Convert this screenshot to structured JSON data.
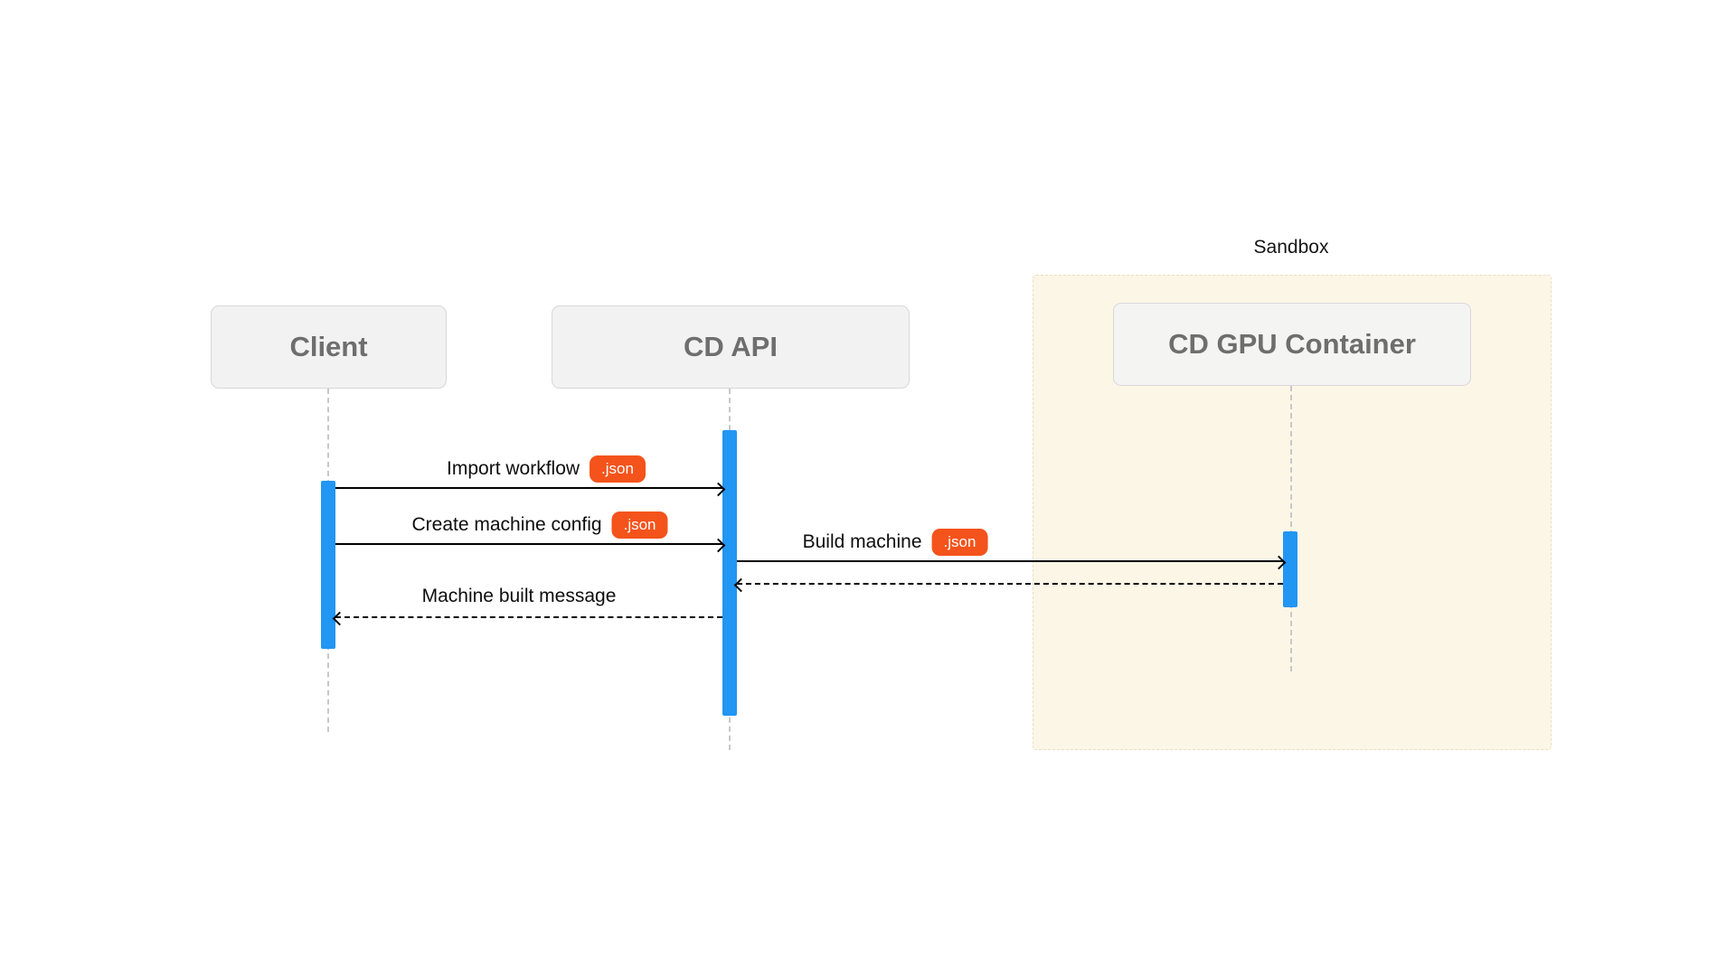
{
  "diagram_type": "sequence-diagram",
  "sandbox": {
    "label": "Sandbox"
  },
  "actors": [
    {
      "id": "client",
      "label": "Client"
    },
    {
      "id": "cd-api",
      "label": "CD API"
    },
    {
      "id": "cd-gpu-container",
      "label": "CD GPU Container"
    }
  ],
  "messages": [
    {
      "label": "Import workflow",
      "badge": ".json",
      "from": "client",
      "to": "cd-api",
      "line": "solid",
      "direction": "right"
    },
    {
      "label": "Create machine config",
      "badge": ".json",
      "from": "client",
      "to": "cd-api",
      "line": "solid",
      "direction": "right"
    },
    {
      "label": "Build machine",
      "badge": ".json",
      "from": "cd-api",
      "to": "cd-gpu-container",
      "line": "solid",
      "direction": "right"
    },
    {
      "label": "",
      "from": "cd-gpu-container",
      "to": "cd-api",
      "line": "dashed",
      "direction": "left"
    },
    {
      "label": "Machine built message",
      "from": "cd-api",
      "to": "client",
      "line": "dashed",
      "direction": "left"
    }
  ],
  "colors": {
    "activation_bar": "#2196F3",
    "badge_background": "#F4531B",
    "sandbox_background": "#FCF6E7",
    "actor_background": "#F2F2F2",
    "actor_border": "#D8D8D8",
    "actor_text": "#6E6E6E",
    "lifeline": "#C8C8C8",
    "arrow": "#000000",
    "page_background": "#FFFFFF"
  }
}
